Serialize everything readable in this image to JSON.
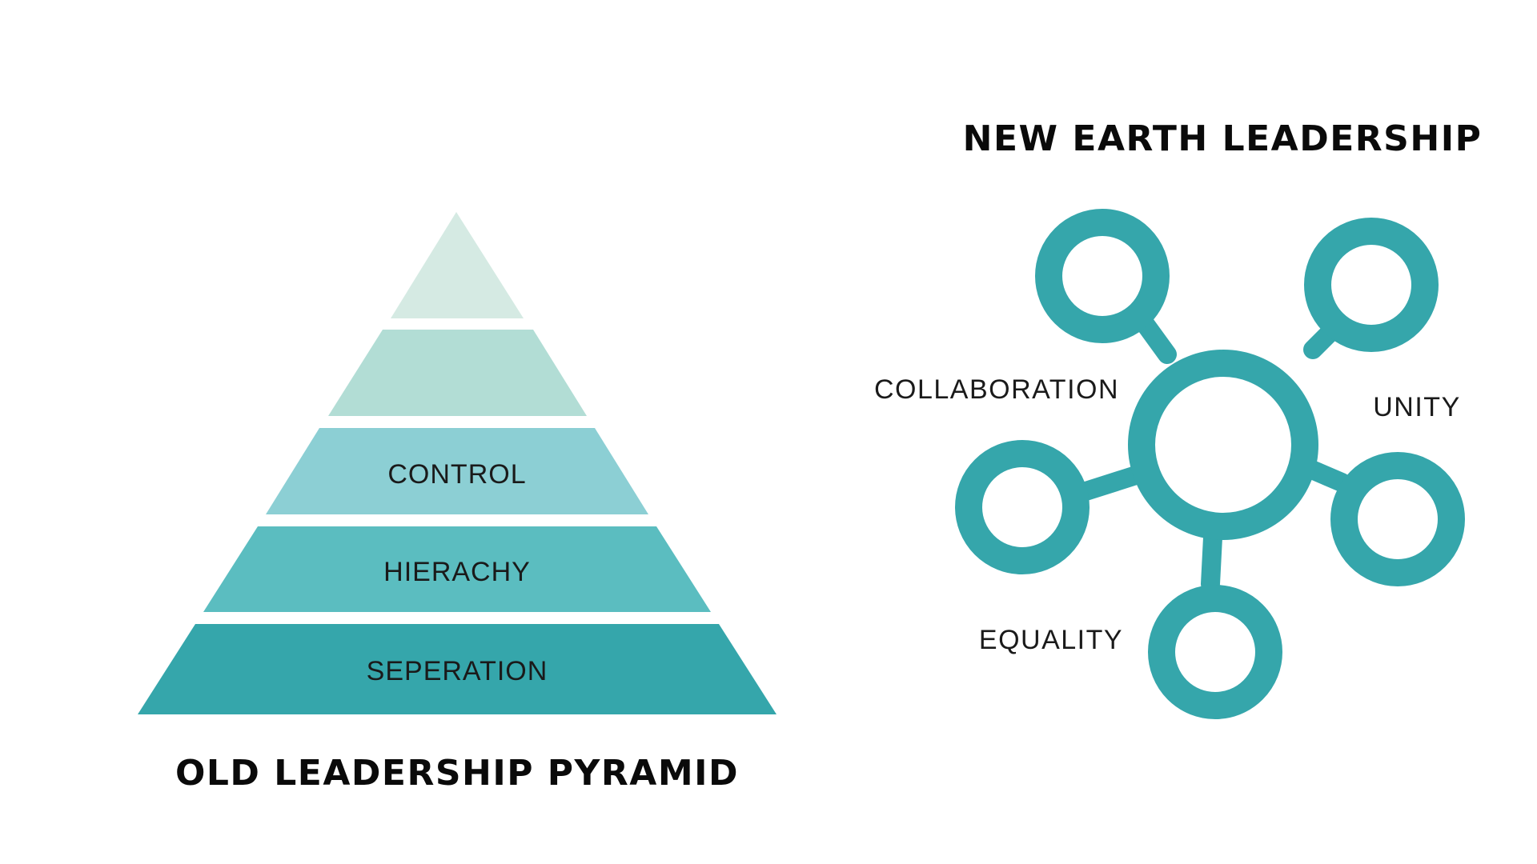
{
  "left": {
    "title": "OLD LEADERSHIP PYRAMID",
    "tiers": [
      {
        "label": "",
        "color": "#d5eae3"
      },
      {
        "label": "",
        "color": "#b2ddd5"
      },
      {
        "label": "CONTROL",
        "color": "#8ccfd4"
      },
      {
        "label": "HIERACHY",
        "color": "#5bbdc0"
      },
      {
        "label": "SEPERATION",
        "color": "#35a6ab"
      }
    ]
  },
  "right": {
    "title": "NEW EARTH LEADERSHIP",
    "network_color": "#35a6ab",
    "values": {
      "collaboration": "COLLABORATION",
      "unity": "UNITY",
      "equality": "EQUALITY"
    }
  }
}
